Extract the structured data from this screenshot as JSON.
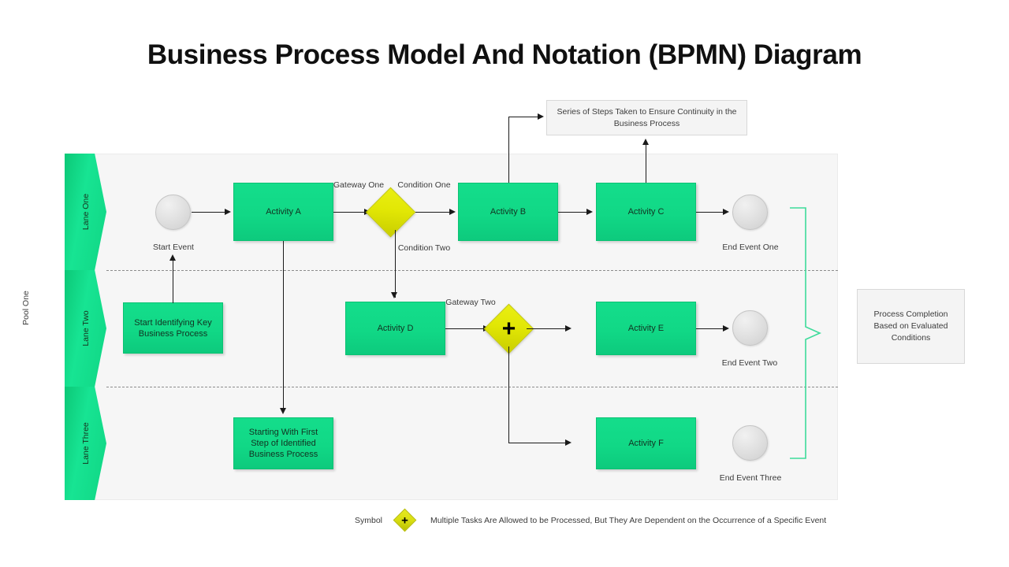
{
  "title": "Business Process Model And Notation (BPMN) Diagram",
  "pool": {
    "label": "Pool One",
    "lanes": [
      {
        "label": "Lane One"
      },
      {
        "label": "Lane Two"
      },
      {
        "label": "Lane Three"
      }
    ]
  },
  "nodes": {
    "start_event_label": "Start Event",
    "activity_a": "Activity A",
    "activity_b": "Activity B",
    "activity_c": "Activity C",
    "activity_d": "Activity D",
    "activity_e": "Activity E",
    "activity_f": "Activity F",
    "end_event_one": "End Event One",
    "end_event_two": "End Event Two",
    "end_event_three": "End Event Three",
    "start_identifying": "Start Identifying Key Business Process",
    "starting_with_first": "Starting With First Step of Identified Business Process"
  },
  "flows": {
    "gateway_one": "Gateway One",
    "gateway_two": "Gateway Two",
    "condition_one": "Condition One",
    "condition_two": "Condition Two"
  },
  "notes": {
    "top": "Series of Steps Taken to Ensure Continuity in the Business Process",
    "right": "Process Completion Based on Evaluated Conditions"
  },
  "legend": {
    "word": "Symbol",
    "symbol": "+",
    "text": "Multiple Tasks Are Allowed to be Processed, But They Are Dependent on the Occurrence of a Specific Event"
  },
  "icons": {
    "plus": "+"
  },
  "colors": {
    "activity_green": "#11d886",
    "lane_green": "#17e493",
    "gateway_yellow": "#e2e705",
    "event_grey": "#e2e2e2",
    "pool_bg": "#f6f6f6",
    "note_bg": "#f4f4f4",
    "brace_green": "#3ddb9a",
    "connector": "#1a1a1a"
  }
}
